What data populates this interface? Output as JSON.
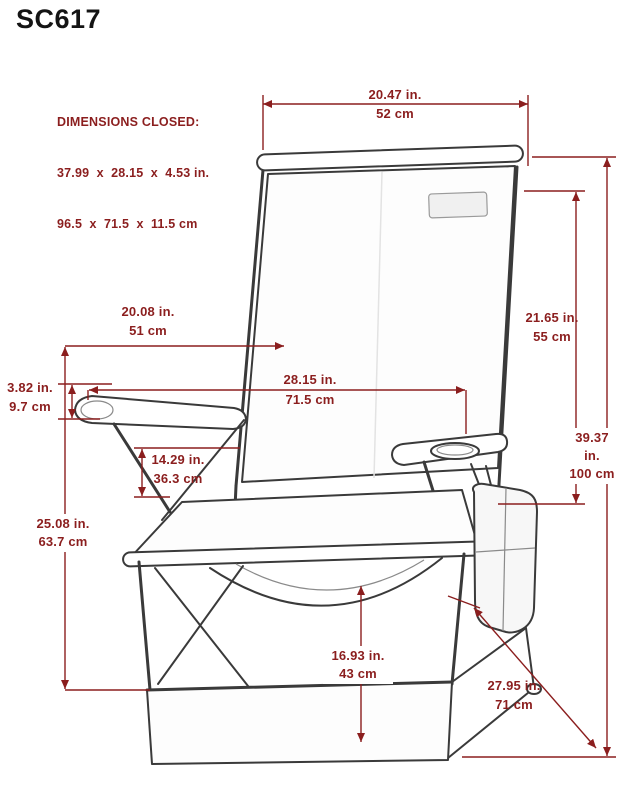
{
  "page": {
    "model": "SC617"
  },
  "dimensions_closed": {
    "title": "DIMENSIONS CLOSED:",
    "inches": "37.99  x  28.15  x  4.53 in.",
    "cm": "96.5  x  71.5  x  11.5 cm"
  },
  "dims": {
    "top_width": {
      "in": "20.47 in.",
      "cm": "52 cm"
    },
    "back_height": {
      "in": "21.65 in.",
      "cm": "55 cm"
    },
    "overall_height": {
      "in": "39.37 in.",
      "cm": "100 cm"
    },
    "armrest_span": {
      "in": "20.08 in.",
      "cm": "51 cm"
    },
    "overall_width": {
      "in": "28.15 in.",
      "cm": "71.5 cm"
    },
    "armrest_drop": {
      "in": "3.82 in.",
      "cm": "9.7 cm"
    },
    "arm_to_seat": {
      "in": "14.29 in.",
      "cm": "36.3 cm"
    },
    "armrest_height": {
      "in": "25.08 in.",
      "cm": "63.7 cm"
    },
    "seat_height": {
      "in": "16.93 in.",
      "cm": "43 cm"
    },
    "depth": {
      "in": "27.95 in.",
      "cm": "71 cm"
    }
  },
  "colors": {
    "dimension": "#8B1E1E",
    "chair_line": "#3A3A3A",
    "background": "#FFFFFF"
  }
}
